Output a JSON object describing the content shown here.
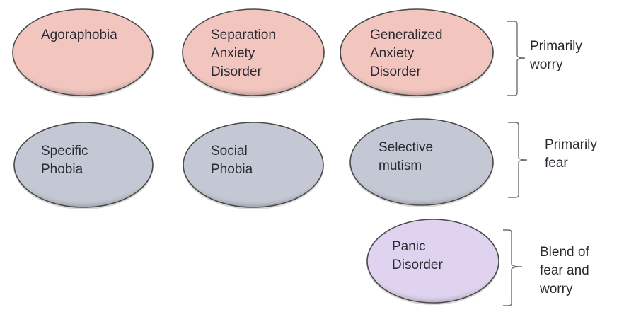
{
  "colors": {
    "worry_fill": "#f2c6bf",
    "fear_fill": "#c3c8d4",
    "blend_fill": "#e0d3ef",
    "outline": "#4a4a4a",
    "text": "#2a2a33"
  },
  "nodes": [
    {
      "id": "agoraphobia",
      "lines": [
        "Agoraphobia"
      ],
      "category": "worry"
    },
    {
      "id": "separation-anxiety-disorder",
      "lines": [
        "Separation",
        "Anxiety",
        "Disorder"
      ],
      "category": "worry"
    },
    {
      "id": "generalized-anxiety-disorder",
      "lines": [
        "Generalized",
        "Anxiety",
        "Disorder"
      ],
      "category": "worry"
    },
    {
      "id": "specific-phobia",
      "lines": [
        "Specific",
        "Phobia"
      ],
      "category": "fear"
    },
    {
      "id": "social-phobia",
      "lines": [
        "Social",
        "Phobia"
      ],
      "category": "fear"
    },
    {
      "id": "selective-mutism",
      "lines": [
        "Selective",
        "mutism"
      ],
      "category": "fear"
    },
    {
      "id": "panic-disorder",
      "lines": [
        "Panic",
        "Disorder"
      ],
      "category": "blend"
    }
  ],
  "groups": [
    {
      "id": "worry",
      "lines": [
        "Primarily",
        "worry"
      ]
    },
    {
      "id": "fear",
      "lines": [
        "Primarily",
        "fear"
      ]
    },
    {
      "id": "blend",
      "lines": [
        "Blend of",
        "fear and",
        "worry"
      ]
    }
  ]
}
